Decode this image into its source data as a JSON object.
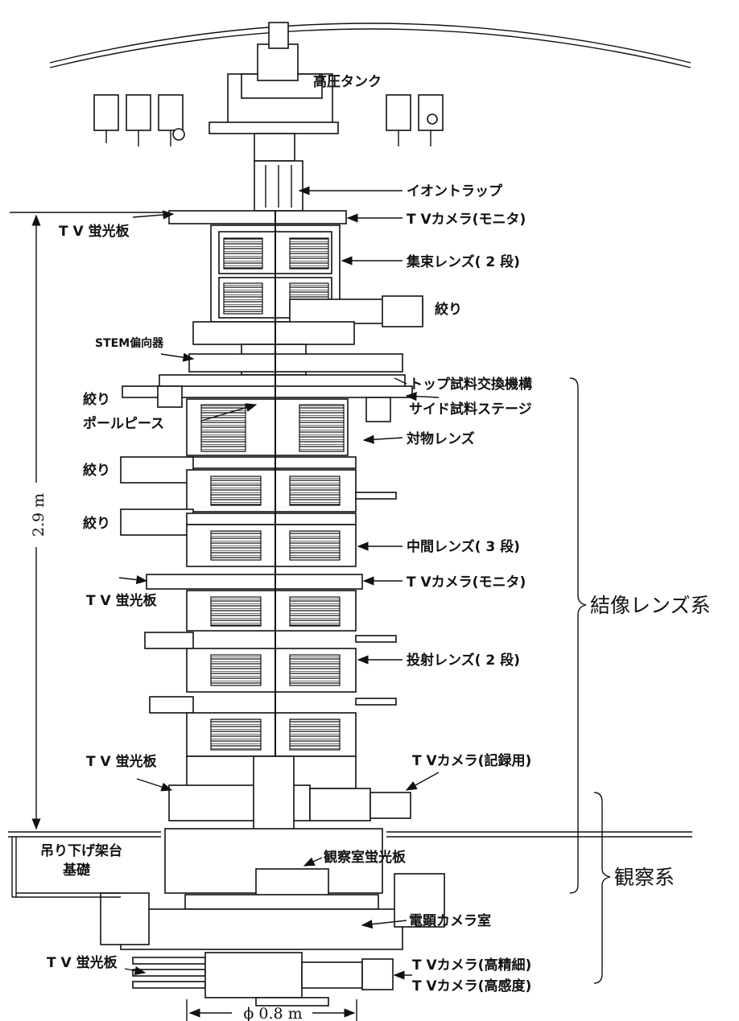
{
  "labels": {
    "high_pressure_tank": "高圧タンク",
    "ion_trap": "イオントラップ",
    "tv_screen_1": "T V 蛍光板",
    "tv_camera_monitor_1": "T Vカメラ(モニタ)",
    "condenser_lens": "集束レンズ( 2 段)",
    "aperture_1": "絞り",
    "stem_deflector": "STEM偏向器",
    "top_sample_exchange": "トップ試料交換機構",
    "aperture_2": "絞り",
    "side_sample_stage": "サイド試料ステージ",
    "pole_piece": "ポールピース",
    "objective_lens": "対物レンズ",
    "aperture_3": "絞り",
    "aperture_4": "絞り",
    "intermediate_lens": "中間レンズ( 3 段)",
    "tv_camera_monitor_2": "T Vカメラ(モニタ)",
    "tv_screen_2": "T V 蛍光板",
    "projection_lens": "投射レンズ( 2 段)",
    "tv_screen_3": "T V 蛍光板",
    "tv_camera_record": "T Vカメラ(記録用)",
    "suspension_frame": "吊り下げ架台",
    "foundation": "基礎",
    "observation_screen": "観察室蛍光板",
    "em_camera_room": "電顕カメラ室",
    "tv_screen_4": "T V 蛍光板",
    "tv_camera_hd": "T Vカメラ(高精細)",
    "tv_camera_hs": "T Vカメラ(高感度)"
  },
  "groups": {
    "imaging_system": "結像レンズ系",
    "observation_system": "観察系"
  },
  "dimensions": {
    "height": "2.9 m",
    "diameter": "ϕ 0.8 m"
  }
}
